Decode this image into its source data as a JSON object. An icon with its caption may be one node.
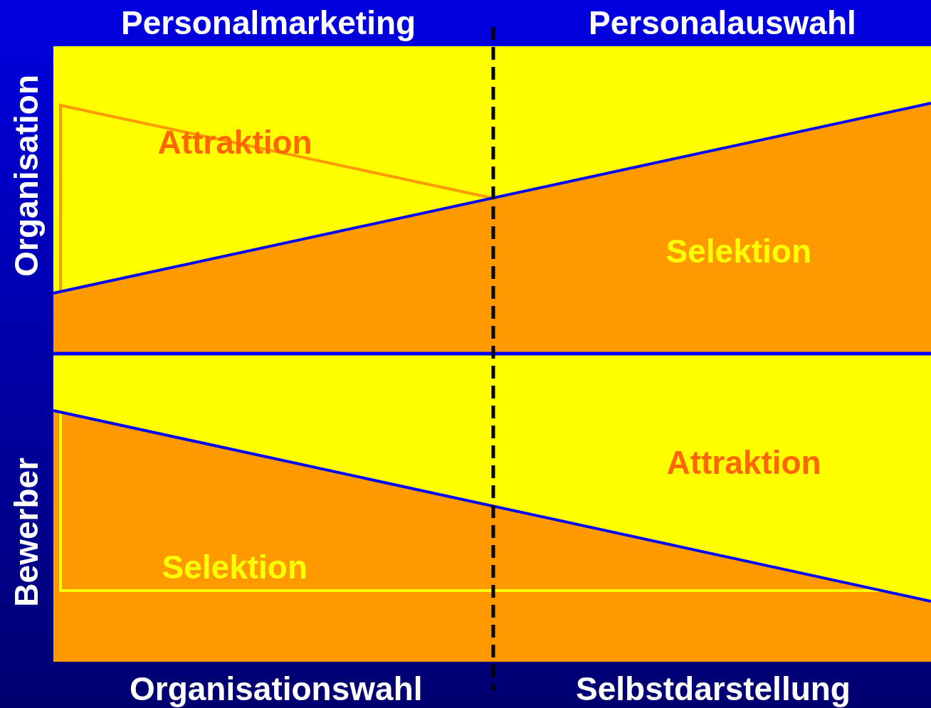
{
  "diagram": {
    "labels": [
      "Personalmarketing",
      "Personalauswahl",
      "Organisation",
      "Attraktion",
      "Selektion",
      "Attraktion",
      "Selektion",
      "Bewerber",
      "Organisationswahl",
      "Selbstdarstellung"
    ]
  }
}
